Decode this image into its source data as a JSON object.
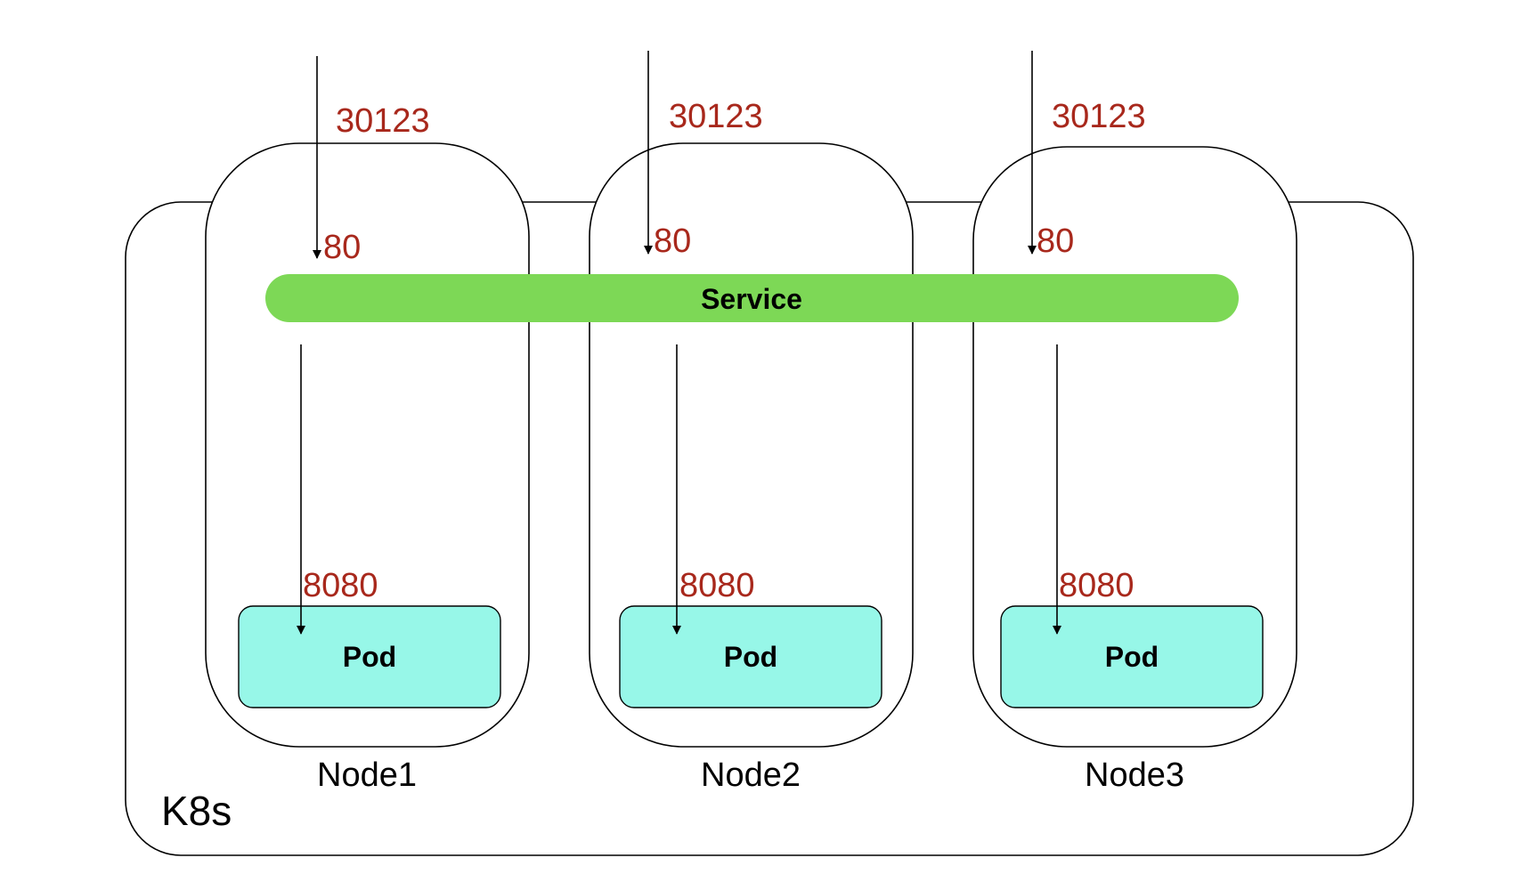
{
  "cluster": {
    "label": "K8s"
  },
  "service": {
    "label": "Service",
    "color": "#7dd856"
  },
  "pod_color": "#97f7e8",
  "port_color": "#a8281c",
  "nodes": [
    {
      "label": "Node1",
      "node_port": "30123",
      "service_port": "80",
      "target_port": "8080",
      "pod": "Pod"
    },
    {
      "label": "Node2",
      "node_port": "30123",
      "service_port": "80",
      "target_port": "8080",
      "pod": "Pod"
    },
    {
      "label": "Node3",
      "node_port": "30123",
      "service_port": "80",
      "target_port": "8080",
      "pod": "Pod"
    }
  ]
}
